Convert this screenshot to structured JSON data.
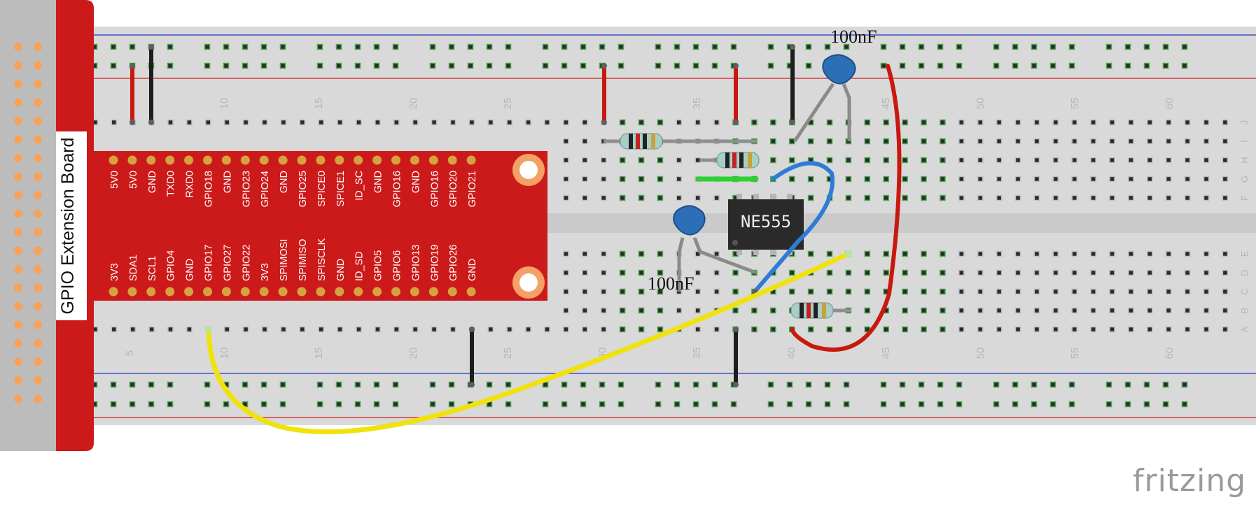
{
  "diagram": {
    "board_label": "GPIO Extension Board",
    "chip_label": "NE555",
    "capacitor_top_label": "100nF",
    "capacitor_bottom_label": "100nF",
    "watermark": "fritzing",
    "gpio_top_row": [
      "5V0",
      "5V0",
      "GND",
      "TXD0",
      "RXD0",
      "GPIO18",
      "GND",
      "GPIO23",
      "GPIO24",
      "GND",
      "GPIO25",
      "SPICE0",
      "SPICE1",
      "ID_SC",
      "GND",
      "GPIO16",
      "GND",
      "GPIO16",
      "GPIO20",
      "GPIO21"
    ],
    "gpio_bottom_row": [
      "3V3",
      "SDA1",
      "SCL1",
      "GPIO4",
      "GND",
      "GPIO17",
      "GPIO27",
      "GPIO22",
      "3V3",
      "SPIMOSI",
      "SPIMISO",
      "SPISCLK",
      "GND",
      "ID_SD",
      "GPIO5",
      "GPIO6",
      "GPIO13",
      "GPIO19",
      "GPIO26",
      "GND"
    ],
    "column_numbers_top": [
      "10",
      "15",
      "20",
      "25",
      "35",
      "45",
      "50",
      "55",
      "60"
    ],
    "column_numbers_bottom": [
      "5",
      "10",
      "15",
      "20",
      "25",
      "30",
      "35",
      "40",
      "45",
      "50",
      "55",
      "60"
    ],
    "row_letters_top": [
      "J",
      "I",
      "H",
      "G",
      "F"
    ],
    "row_letters_bottom": [
      "E",
      "D",
      "C",
      "B",
      "A"
    ],
    "colors": {
      "breadboard": "#d9d9d9",
      "hole": "#2b2b2b",
      "hole_active": "#4aa84a",
      "board_red": "#cc1a1a",
      "rail_red": "#d51f1f",
      "rail_blue": "#2436c8",
      "wire_red": "#c8190f",
      "wire_black": "#1d1d1d",
      "wire_yellow": "#f0e20d",
      "wire_blue": "#2f7bd8",
      "wire_green": "#2fd035",
      "capacitor": "#2c6fb7",
      "chip": "#2a2a2a"
    }
  }
}
